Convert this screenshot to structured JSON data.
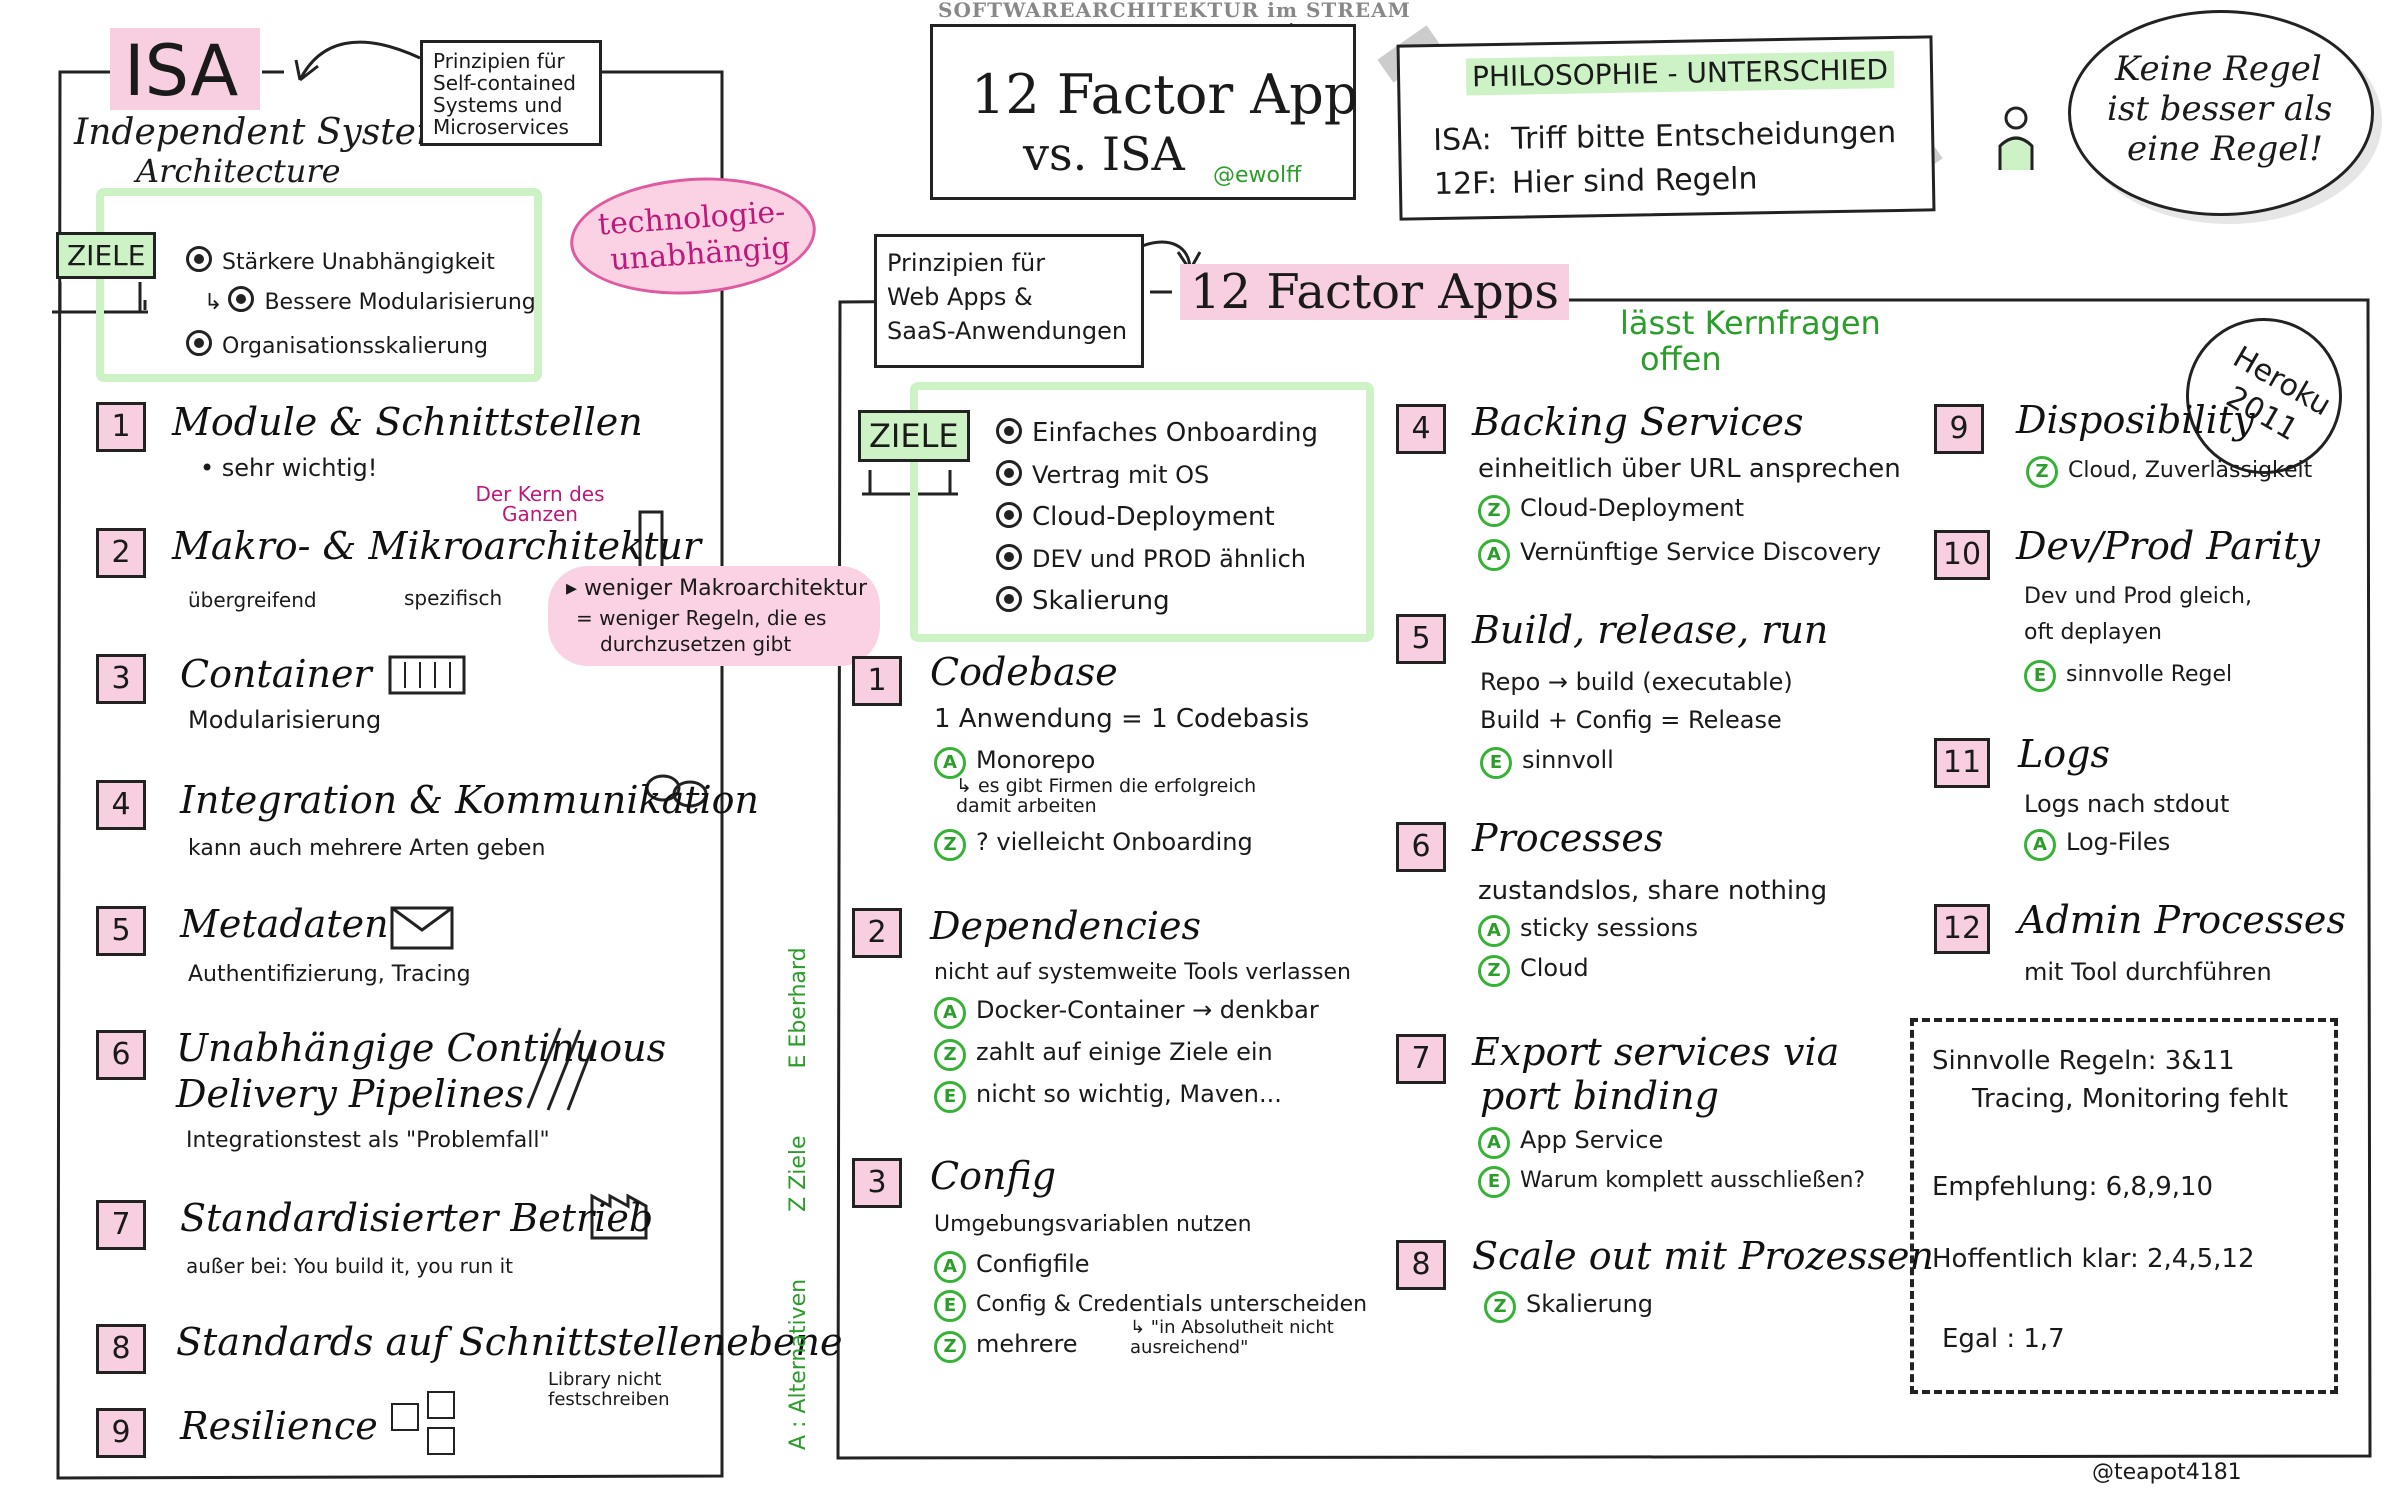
{
  "header": {
    "stream": "SOFTWAREARCHITEKTUR im STREAM",
    "title_line1": "12 Factor App",
    "title_line2": "vs. ISA",
    "author": "@ewolff",
    "credit": "@teapot4181"
  },
  "philosophy": {
    "title": "PHILOSOPHIE - UNTERSCHIED",
    "isa_label": "ISA:",
    "isa_text": "Triff bitte Entscheidungen",
    "f12_label": "12F:",
    "f12_text": "Hier sind Regeln"
  },
  "quote": {
    "line1": "Keine Regel",
    "line2": "ist besser als",
    "line3": "eine Regel!"
  },
  "isa": {
    "title": "ISA",
    "subtitle1": "Independent System",
    "subtitle2": "Architecture",
    "note_line1": "Prinzipien für",
    "note_line2": "Self-contained",
    "note_line3": "Systems und",
    "note_line4": "Microservices",
    "tech_line1": "technologie-",
    "tech_line2": "unabhängig",
    "ziele_label": "ZIELE",
    "goals": [
      "Stärkere Unabhängigkeit",
      "Bessere Modularisierung",
      "Organisationsskalierung"
    ],
    "items": [
      {
        "n": "1",
        "title": "Module & Schnittstellen",
        "sub": "• sehr wichtig!"
      },
      {
        "n": "2",
        "title": "Makro- & Mikroarchitektur",
        "sub": "übergreifend",
        "sub2": "spezifisch",
        "note": "Der Kern des Ganzen"
      },
      {
        "n": "3",
        "title": "Container",
        "sub": "Modularisierung"
      },
      {
        "n": "4",
        "title": "Integration & Kommunikation",
        "sub": "kann auch mehrere Arten geben"
      },
      {
        "n": "5",
        "title": "Metadaten",
        "sub": "Authentifizierung, Tracing"
      },
      {
        "n": "6",
        "title": "Unabhängige Continuous",
        "title2": "Delivery Pipelines",
        "sub": "Integrationstest als \"Problemfall\""
      },
      {
        "n": "7",
        "title": "Standardisierter Betrieb",
        "sub": "außer bei: You build it, you run it"
      },
      {
        "n": "8",
        "title": "Standards auf Schnittstellenebene",
        "sub": "Library nicht festschreiben"
      },
      {
        "n": "9",
        "title": "Resilience"
      }
    ],
    "makro_note_line1": "▸ weniger Makroarchitektur",
    "makro_note_line2": "= weniger Regeln, die es",
    "makro_note_line3": "durchzusetzen gibt"
  },
  "legend": {
    "a": "A : Alternativen",
    "z": "Z Ziele",
    "e": "E Eberhard"
  },
  "f12": {
    "note_line1": "Prinzipien für",
    "note_line2": "Web Apps &",
    "note_line3": "SaaS-Anwendungen",
    "title": "12 Factor Apps",
    "open_line1": "lässt Kernfragen",
    "open_line2": "offen",
    "heroku_line1": "Heroku",
    "heroku_line2": "2011",
    "ziele_label": "ZIELE",
    "goals": [
      "Einfaches Onboarding",
      "Vertrag mit OS",
      "Cloud-Deployment",
      "DEV und PROD ähnlich",
      "Skalierung"
    ],
    "factors": [
      {
        "n": "1",
        "title": "Codebase",
        "lines": [
          "1 Anwendung = 1 Codebasis"
        ],
        "points": [
          [
            "A",
            "Monorepo"
          ],
          [
            "Z",
            "? vielleicht Onboarding"
          ]
        ],
        "extra": "↳ es gibt Firmen die erfolgreich damit arbeiten"
      },
      {
        "n": "2",
        "title": "Dependencies",
        "lines": [
          "nicht auf systemweite Tools verlassen"
        ],
        "points": [
          [
            "A",
            "Docker-Container → denkbar"
          ],
          [
            "Z",
            "zahlt auf einige Ziele ein"
          ],
          [
            "E",
            "nicht so wichtig, Maven..."
          ]
        ]
      },
      {
        "n": "3",
        "title": "Config",
        "lines": [
          "Umgebungsvariablen nutzen"
        ],
        "points": [
          [
            "A",
            "Configfile"
          ],
          [
            "E",
            "Config & Credentials unterscheiden"
          ],
          [
            "Z",
            "mehrere"
          ]
        ],
        "extra": "↳ \"in Absolutheit nicht ausreichend\""
      },
      {
        "n": "4",
        "title": "Backing Services",
        "lines": [
          "einheitlich über URL ansprechen"
        ],
        "points": [
          [
            "Z",
            "Cloud-Deployment"
          ],
          [
            "A",
            "Vernünftige Service Discovery"
          ]
        ]
      },
      {
        "n": "5",
        "title": "Build, release, run",
        "lines": [
          "Repo → build (executable)",
          "Build + Config = Release"
        ],
        "points": [
          [
            "E",
            "sinnvoll"
          ]
        ]
      },
      {
        "n": "6",
        "title": "Processes",
        "lines": [
          "zustandslos, share nothing"
        ],
        "points": [
          [
            "A",
            "sticky sessions"
          ],
          [
            "Z",
            "Cloud"
          ]
        ]
      },
      {
        "n": "7",
        "title": "Export services via",
        "title2": "port binding",
        "lines": [],
        "points": [
          [
            "A",
            "App Service"
          ],
          [
            "E",
            "Warum komplett ausschließen?"
          ]
        ]
      },
      {
        "n": "8",
        "title": "Scale out mit Prozessen",
        "lines": [],
        "points": [
          [
            "Z",
            "Skalierung"
          ]
        ]
      },
      {
        "n": "9",
        "title": "Disposibility",
        "lines": [],
        "points": [
          [
            "Z",
            "Cloud, Zuverlässigkeit"
          ]
        ]
      },
      {
        "n": "10",
        "title": "Dev/Prod Parity",
        "lines": [
          "Dev und Prod gleich,",
          "oft deplayen"
        ],
        "points": [
          [
            "E",
            "sinnvolle Regel"
          ]
        ]
      },
      {
        "n": "11",
        "title": "Logs",
        "lines": [
          "Logs nach stdout"
        ],
        "points": [
          [
            "A",
            "Log-Files"
          ]
        ]
      },
      {
        "n": "12",
        "title": "Admin Processes",
        "lines": [
          "mit Tool durchführen"
        ],
        "points": []
      }
    ],
    "summary": {
      "r1a": "Sinnvolle Regeln: 3&11",
      "r1b": "Tracing, Monitoring fehlt",
      "r2": "Empfehlung: 6,8,9,10",
      "r3": "Hoffentlich klar: 2,4,5,12",
      "r4": "Egal : 1,7"
    }
  }
}
